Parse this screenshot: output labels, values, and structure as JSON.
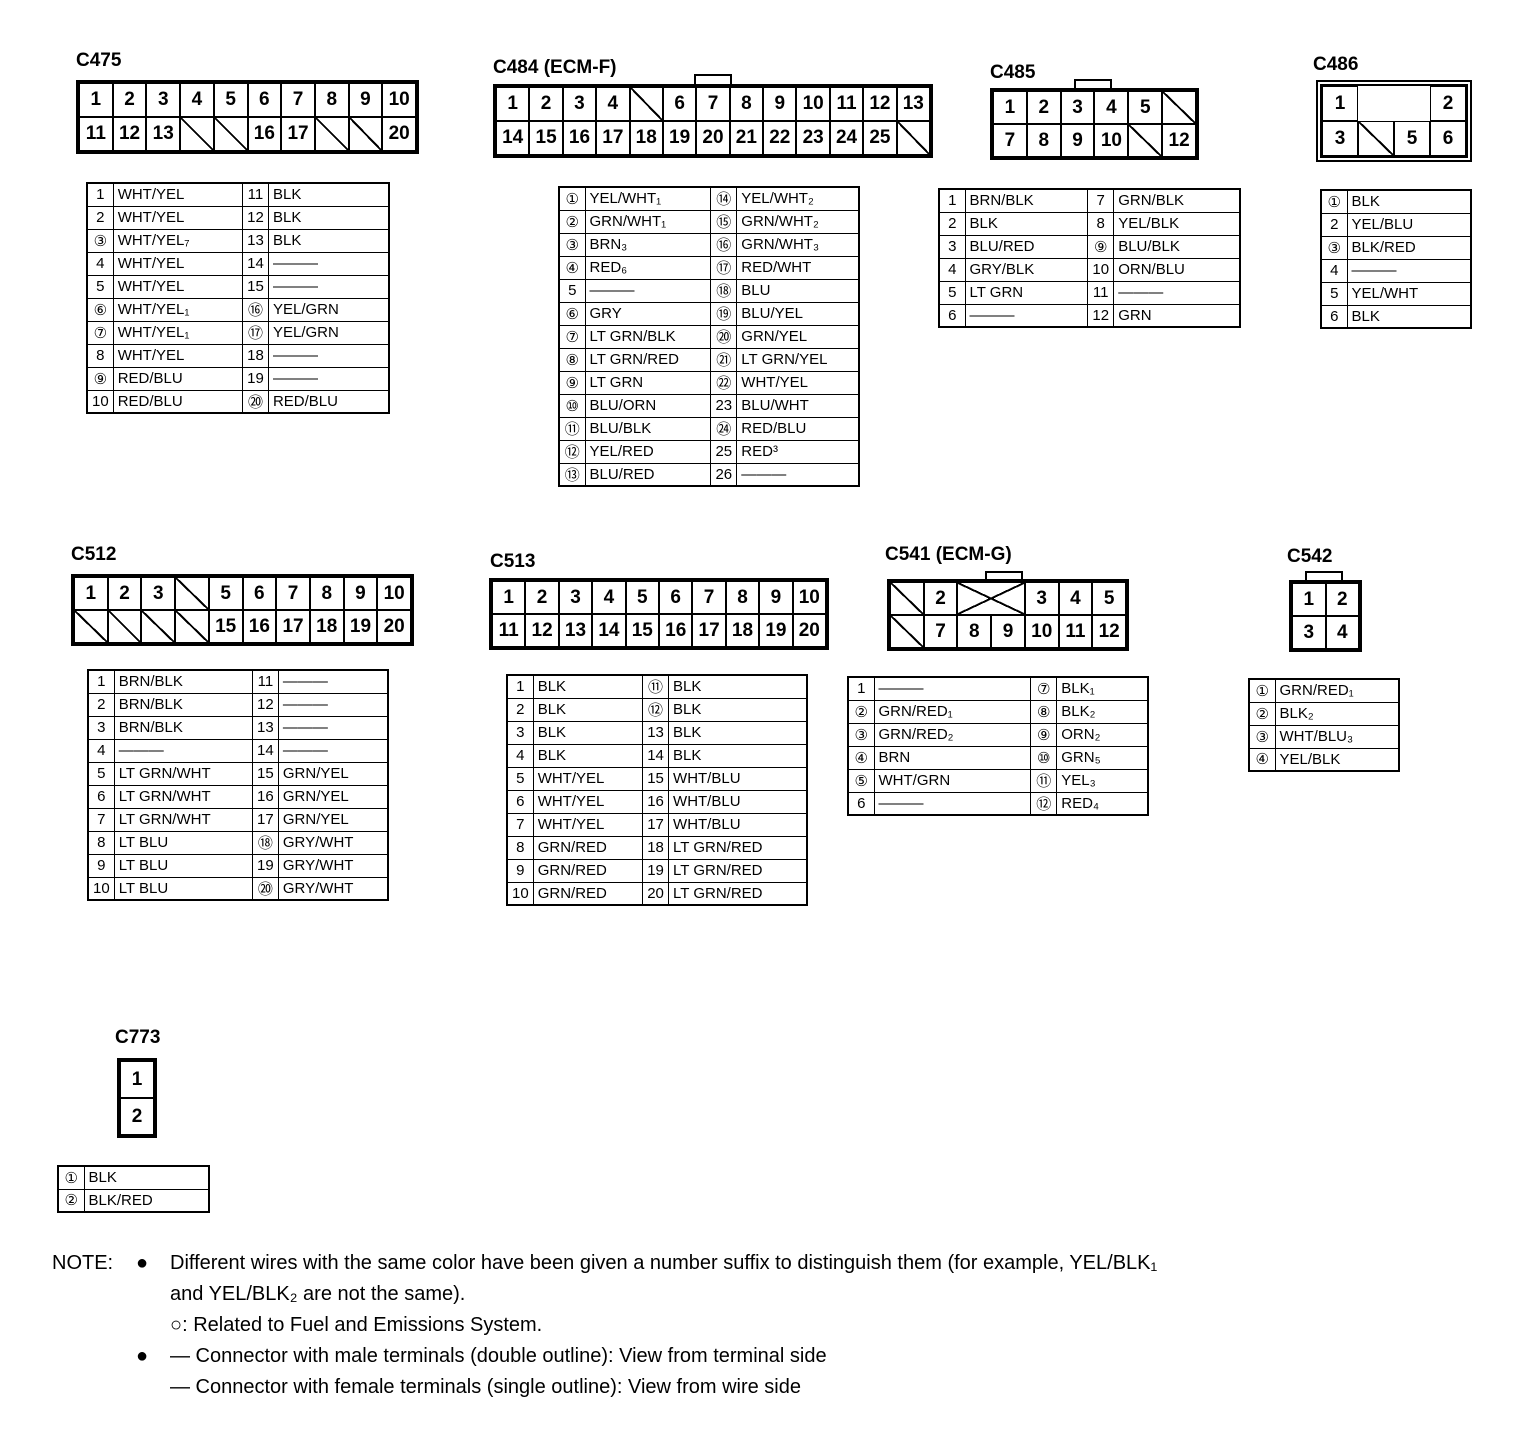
{
  "connectors": [
    {
      "id": "c475",
      "title": "C475",
      "cols": 10,
      "cells": [
        "1",
        "2",
        "3",
        "4",
        "5",
        "6",
        "7",
        "8",
        "9",
        "10",
        "11",
        "12",
        "13",
        "",
        "",
        "16",
        "17",
        "",
        "",
        "20"
      ],
      "pins": [
        [
          "1",
          "WHT/YEL",
          "11",
          "BLK"
        ],
        [
          "2",
          "WHT/YEL",
          "12",
          "BLK"
        ],
        [
          "③",
          "WHT/YEL₇",
          "13",
          "BLK"
        ],
        [
          "4",
          "WHT/YEL",
          "14",
          "———"
        ],
        [
          "5",
          "WHT/YEL",
          "15",
          "———"
        ],
        [
          "⑥",
          "WHT/YEL₁",
          "⑯",
          "YEL/GRN"
        ],
        [
          "⑦",
          "WHT/YEL₁",
          "⑰",
          "YEL/GRN"
        ],
        [
          "8",
          "WHT/YEL",
          "18",
          "———"
        ],
        [
          "⑨",
          "RED/BLU",
          "19",
          "———"
        ],
        [
          "10",
          "RED/BLU",
          "⑳",
          "RED/BLU"
        ]
      ]
    },
    {
      "id": "c484",
      "title": "C484 (ECM-F)",
      "cols": 13,
      "cells": [
        "1",
        "2",
        "3",
        "4",
        "",
        "6",
        "7",
        "8",
        "9",
        "10",
        "11",
        "12",
        "13",
        "14",
        "15",
        "16",
        "17",
        "18",
        "19",
        "20",
        "21",
        "22",
        "23",
        "24",
        "25",
        ""
      ],
      "pins": [
        [
          "①",
          "YEL/WHT₁",
          "⑭",
          "YEL/WHT₂"
        ],
        [
          "②",
          "GRN/WHT₁",
          "⑮",
          "GRN/WHT₂"
        ],
        [
          "③",
          "BRN₃",
          "⑯",
          "GRN/WHT₃"
        ],
        [
          "④",
          "RED₆",
          "⑰",
          "RED/WHT"
        ],
        [
          "5",
          "———",
          "⑱",
          "BLU"
        ],
        [
          "⑥",
          "GRY",
          "⑲",
          "BLU/YEL"
        ],
        [
          "⑦",
          "LT GRN/BLK",
          "⑳",
          "GRN/YEL"
        ],
        [
          "⑧",
          "LT GRN/RED",
          "㉑",
          "LT GRN/YEL"
        ],
        [
          "⑨",
          "LT GRN",
          "㉒",
          "WHT/YEL"
        ],
        [
          "⑩",
          "BLU/ORN",
          "23",
          "BLU/WHT"
        ],
        [
          "⑪",
          "BLU/BLK",
          "㉔",
          "RED/BLU"
        ],
        [
          "⑫",
          "YEL/RED",
          "25",
          "RED³"
        ],
        [
          "⑬",
          "BLU/RED",
          "26",
          "———"
        ]
      ]
    },
    {
      "id": "c485",
      "title": "C485",
      "cols": 6,
      "cells": [
        "1",
        "2",
        "3",
        "4",
        "5",
        "",
        "7",
        "8",
        "9",
        "10",
        "",
        "12"
      ],
      "pins": [
        [
          "1",
          "BRN/BLK",
          "7",
          "GRN/BLK"
        ],
        [
          "2",
          "BLK",
          "8",
          "YEL/BLK"
        ],
        [
          "3",
          "BLU/RED",
          "⑨",
          "BLU/BLK"
        ],
        [
          "4",
          "GRY/BLK",
          "10",
          "ORN/BLU"
        ],
        [
          "5",
          "LT GRN",
          "11",
          "———"
        ],
        [
          "6",
          "———",
          "12",
          "GRN"
        ]
      ]
    },
    {
      "id": "c486",
      "title": "C486",
      "cells": [
        "1",
        "2",
        "3",
        "5",
        "6"
      ],
      "pins": [
        [
          "①",
          "BLK"
        ],
        [
          "2",
          "YEL/BLU"
        ],
        [
          "③",
          "BLK/RED"
        ],
        [
          "4",
          "———"
        ],
        [
          "5",
          "YEL/WHT"
        ],
        [
          "6",
          "BLK"
        ]
      ]
    },
    {
      "id": "c512",
      "title": "C512",
      "cols": 10,
      "cells": [
        "1",
        "2",
        "3",
        "",
        "5",
        "6",
        "7",
        "8",
        "9",
        "10",
        "",
        "",
        "",
        "",
        "15",
        "16",
        "17",
        "18",
        "19",
        "20"
      ],
      "pins": [
        [
          "1",
          "BRN/BLK",
          "11",
          "———"
        ],
        [
          "2",
          "BRN/BLK",
          "12",
          "———"
        ],
        [
          "3",
          "BRN/BLK",
          "13",
          "———"
        ],
        [
          "4",
          "———",
          "14",
          "———"
        ],
        [
          "5",
          "LT GRN/WHT",
          "15",
          "GRN/YEL"
        ],
        [
          "6",
          "LT GRN/WHT",
          "16",
          "GRN/YEL"
        ],
        [
          "7",
          "LT GRN/WHT",
          "17",
          "GRN/YEL"
        ],
        [
          "8",
          "LT BLU",
          "⑱",
          "GRY/WHT"
        ],
        [
          "9",
          "LT BLU",
          "19",
          "GRY/WHT"
        ],
        [
          "10",
          "LT BLU",
          "⑳",
          "GRY/WHT"
        ]
      ]
    },
    {
      "id": "c513",
      "title": "C513",
      "cols": 10,
      "cells": [
        "1",
        "2",
        "3",
        "4",
        "5",
        "6",
        "7",
        "8",
        "9",
        "10",
        "11",
        "12",
        "13",
        "14",
        "15",
        "16",
        "17",
        "18",
        "19",
        "20"
      ],
      "pins": [
        [
          "1",
          "BLK",
          "⑪",
          "BLK"
        ],
        [
          "2",
          "BLK",
          "⑫",
          "BLK"
        ],
        [
          "3",
          "BLK",
          "13",
          "BLK"
        ],
        [
          "4",
          "BLK",
          "14",
          "BLK"
        ],
        [
          "5",
          "WHT/YEL",
          "15",
          "WHT/BLU"
        ],
        [
          "6",
          "WHT/YEL",
          "16",
          "WHT/BLU"
        ],
        [
          "7",
          "WHT/YEL",
          "17",
          "WHT/BLU"
        ],
        [
          "8",
          "GRN/RED",
          "18",
          "LT GRN/RED"
        ],
        [
          "9",
          "GRN/RED",
          "19",
          "LT GRN/RED"
        ],
        [
          "10",
          "GRN/RED",
          "20",
          "LT GRN/RED"
        ]
      ]
    },
    {
      "id": "c541",
      "title": "C541 (ECM-G)",
      "cols": 7,
      "cells": [
        "",
        "2",
        "",
        "",
        "3",
        "4",
        "5",
        "",
        "7",
        "8",
        "9",
        "10",
        "11",
        "12"
      ],
      "pins": [
        [
          "1",
          "———",
          "⑦",
          "BLK₁"
        ],
        [
          "②",
          "GRN/RED₁",
          "⑧",
          "BLK₂"
        ],
        [
          "③",
          "GRN/RED₂",
          "⑨",
          "ORN₂"
        ],
        [
          "④",
          "BRN",
          "⑩",
          "GRN₅"
        ],
        [
          "⑤",
          "WHT/GRN",
          "⑪",
          "YEL₃"
        ],
        [
          "6",
          "———",
          "⑫",
          "RED₄"
        ]
      ]
    },
    {
      "id": "c542",
      "title": "C542",
      "cols": 2,
      "cells": [
        "1",
        "2",
        "3",
        "4"
      ],
      "pins": [
        [
          "①",
          "GRN/RED₁"
        ],
        [
          "②",
          "BLK₂"
        ],
        [
          "③",
          "WHT/BLU₃"
        ],
        [
          "④",
          "YEL/BLK"
        ]
      ]
    },
    {
      "id": "c773",
      "title": "C773",
      "cols": 1,
      "cells": [
        "1",
        "2"
      ],
      "pins": [
        [
          "①",
          "BLK"
        ],
        [
          "②",
          "BLK/RED"
        ]
      ]
    }
  ],
  "notes": {
    "label": "NOTE:",
    "bullet": "●",
    "line1": "Different wires with the same color have been given a number suffix to distinguish them (for example, YEL/BLK₁",
    "line2": "and YEL/BLK₂ are not the same).",
    "line3": "○: Related to Fuel and Emissions System.",
    "line4": "— Connector with male terminals (double outline): View from terminal side",
    "line5": "— Connector with female terminals (single outline): View from wire side"
  }
}
